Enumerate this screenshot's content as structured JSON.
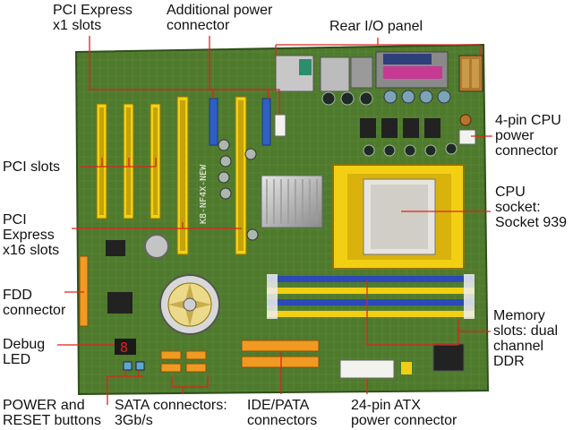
{
  "colors": {
    "board": "#4f7a2e",
    "board_dark": "#2f4f1b",
    "pci_yellow": "#f4d10f",
    "pcie_blue": "#2f5fc4",
    "memory_blue": "#2c49b5",
    "orange_connector": "#f09a22",
    "callout_line": "#e0231a",
    "text": "#111111"
  },
  "labels": {
    "pcie_x1": "PCI Express\nx1 slots",
    "additional_power": "Additional power\nconnector",
    "rear_io": "Rear I/O panel",
    "cpu_4pin": "4-pin CPU\npower\nconnector",
    "pci_slots": "PCI slots",
    "cpu_socket": "CPU\nsocket:\nSocket 939",
    "pcie_x16": "PCI\nExpress\nx16 slots",
    "fdd": "FDD\nconnector",
    "memory": "Memory\nslots: dual\nchannel\nDDR",
    "debug_led": "Debug\nLED",
    "power_reset": "POWER and\nRESET buttons",
    "sata": "SATA connectors:\n3Gb/s",
    "ide": "IDE/PATA\nconnectors",
    "atx24": "24-pin ATX\npower connector"
  },
  "board_text": {
    "model": "K8-NF4X-NEW",
    "debug_code": "8"
  }
}
